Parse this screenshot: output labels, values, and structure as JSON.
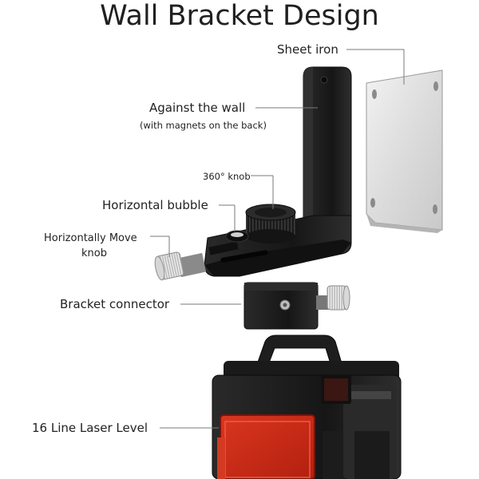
{
  "title": "Wall Bracket Design",
  "labels": {
    "sheet_iron": "Sheet iron",
    "against_wall": "Against the wall",
    "magnets_note": "(with magnets on the back)",
    "knob_360": "360° knob",
    "horizontal_bubble": "Horizontal bubble",
    "move_knob_line1": "Horizontally Move",
    "move_knob_line2": "knob",
    "bracket_connector": "Bracket connector",
    "laser_level": "16 Line Laser Level"
  },
  "colors": {
    "bracket_body": "#1b1b1b",
    "sheet_iron": "#e2e2e2",
    "laser_red": "#cc2a1c",
    "leader_line": "#7a7a7a",
    "knob_metal": "#c8c8c8"
  }
}
